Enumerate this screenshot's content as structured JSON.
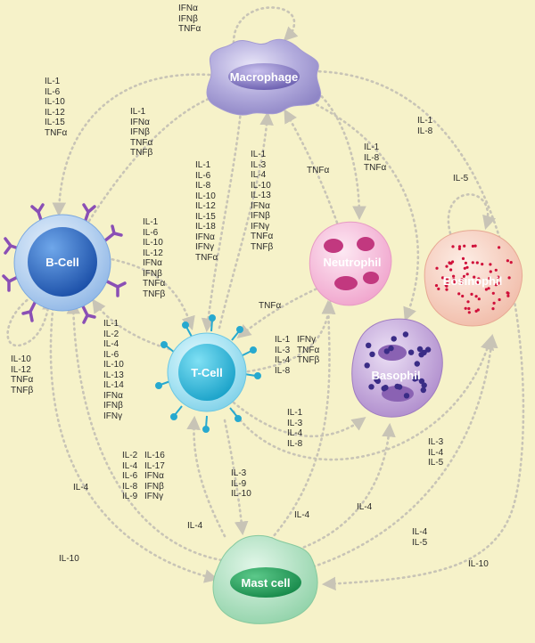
{
  "cells": {
    "macrophage": "Macrophage",
    "b_cell": "B-Cell",
    "t_cell": "T-Cell",
    "neutrophil": "Neutrophil",
    "eosinophil": "Eosinophil",
    "basophil": "Basophil",
    "mast_cell": "Mast cell"
  },
  "labels": {
    "macrophage_self": "IFNα\nIFNβ\nTNFα",
    "macrophage_to_bcell": "IL-1\nIL-6\nIL-10\nIL-12\nIL-15\nTNFα",
    "bcell_to_macrophage": "IL-1\nIFNα\nIFNβ\nTNFα\nTNFβ",
    "macrophage_to_tcell": "IL-1\nIL-6\nIL-8\nIL-10\nIL-12\nIL-15\nIL-18\nIFNα\nIFNγ\nTNFα",
    "tcell_to_macrophage": "IL-1\nIL-3\nIL-4\nIL-10\nIL-13\nIFNα\nIFNβ\nIFNγ\nTNFα\nTNFβ",
    "neutrophil_to_macrophage": "TNFα",
    "macrophage_to_neutrophil": "IL-1\nIL-8\nTNFα",
    "macrophage_to_basophil": "IL-1\nIL-8",
    "eosinophil_self": "IL-5",
    "bcell_to_tcell": "IL-1\nIL-6\nIL-10\nIL-12\nIFNα\nIFNβ\nTNFα\nTNFβ",
    "neutrophil_to_tcell": "TNFα",
    "tcell_to_bcell": "IL-1\nIL-2\nIL-4\nIL-6\nIL-10\nIL-13\nIL-14\nIFNα\nIFNβ\nIFNγ",
    "bcell_self": "IL-10\nIL-12\nTNFα\nTNFβ",
    "tcell_to_neutrophil_a": "IL-1\nIL-3\nIL-4\nIL-8",
    "tcell_to_neutrophil_b": "IFNγ\nTNFα\nTNFβ",
    "tcell_to_basophil": "IL-1\nIL-3\nIL-4\nIL-8",
    "tcell_to_eosinophil": "IL-3\nIL-4\nIL-5",
    "mast_to_tcell_a": "IL-2\nIL-4\nIL-6\nIL-8\nIL-9",
    "mast_to_tcell_b": "IL-16\nIL-17\nIFNα\nIFNβ\nIFNγ",
    "tcell_to_mast": "IL-3\nIL-9\nIL-10",
    "mast_to_bcell": "IL-4",
    "bcell_to_mast": "IL-4",
    "mast_to_neutrophil": "IL-4",
    "mast_to_basophil": "IL-4",
    "mast_to_eosinophil": "IL-4\nIL-5",
    "bcell_to_mast_lower": "IL-10",
    "right_to_mast": "IL-10"
  },
  "colors": {
    "background": "#f6f2c9",
    "arrow": "#c8c4b6",
    "macrophage": "#8f86c6",
    "b_cell": "#2c6bc2",
    "t_cell": "#2fb8d8",
    "neutrophil": "#f2a9cf",
    "eosinophil": "#f4c6b8",
    "basophil": "#b291cf",
    "mast_cell": "#8fd2a7"
  }
}
